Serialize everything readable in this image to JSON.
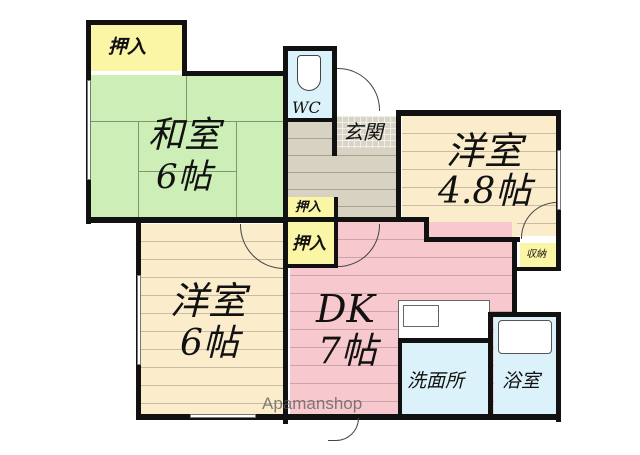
{
  "floor_plan": {
    "rooms": {
      "washitsu": {
        "name": "和室",
        "size": "6帖",
        "color": "#cdeeb7"
      },
      "yoshitsu_48": {
        "name": "洋室",
        "size": "4.8帖",
        "color": "#fbeccb"
      },
      "yoshitsu_6": {
        "name": "洋室",
        "size": "6帖",
        "color": "#fbeccb"
      },
      "dk": {
        "name": "DK",
        "size": "7帖",
        "color": "#f7c8cd"
      },
      "wc": {
        "name": "WC",
        "color": "#dcf2fa"
      },
      "genkan": {
        "name": "玄関"
      },
      "senmenjo": {
        "name": "洗面所",
        "color": "#dcf2fa"
      },
      "yokushitsu": {
        "name": "浴室",
        "color": "#dcf2fa"
      }
    },
    "closets": {
      "oshiire_top": "押入",
      "oshiire_hall": "押入",
      "oshiire_dk": "押入",
      "shuno": "収納"
    },
    "watermark": "Apamanshop"
  }
}
